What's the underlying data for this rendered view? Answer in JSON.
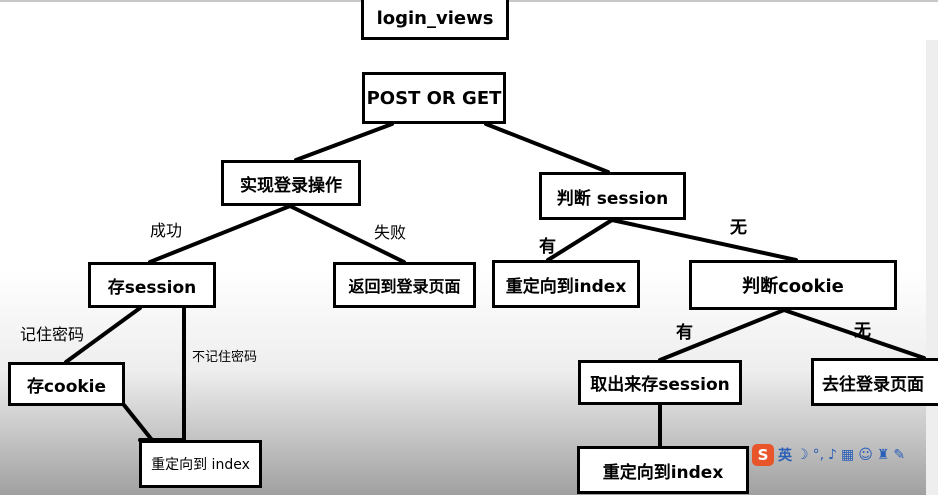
{
  "nodes": {
    "login_views": "login_views",
    "post_or_get": "POST OR GET",
    "login_op": "实现登录操作",
    "check_session": "判断 session",
    "save_session": "存session",
    "back_login_page": "返回到登录页面",
    "redirect_index_1": "重定向到index",
    "check_cookie": "判断cookie",
    "save_cookie": "存cookie",
    "redirect_index_2": "重定向到 index",
    "get_and_save_session": "取出来存session",
    "goto_login_page": "去往登录页面",
    "redirect_index_3": "重定向到index"
  },
  "labels": {
    "success": "成功",
    "fail": "失败",
    "have_1": "有",
    "none_1": "无",
    "remember": "记住密码",
    "not_remember": "不记住密码",
    "have_2": "有",
    "none_2": "无"
  },
  "input_toolbar": {
    "logo": "S",
    "lang": "英",
    "icons": [
      "moon-icon",
      "punctuation-icon",
      "microphone-icon",
      "keyboard-icon",
      "user-icon",
      "shirt-icon",
      "wrench-icon"
    ]
  },
  "colors": {
    "box_border": "#000000",
    "ime_logo": "#e8552a",
    "ime_text": "#2a5fb8"
  }
}
